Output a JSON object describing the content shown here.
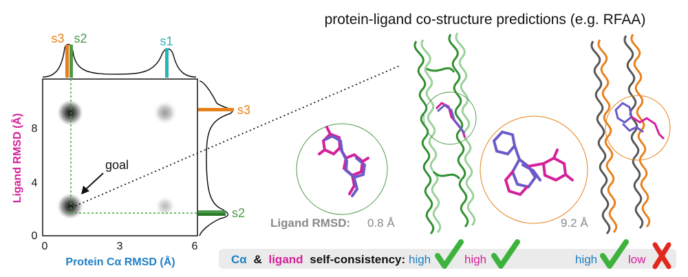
{
  "title": "protein-ligand co-structure predictions (e.g. RFAA)",
  "plot": {
    "xlabel": "Protein Cα RMSD (Å)",
    "ylabel": "Ligand RMSD (Å)",
    "xticks": [
      "0",
      "3",
      "6"
    ],
    "yticks": [
      "0",
      "4",
      "8"
    ],
    "goal_label": "goal",
    "top_marks": [
      "s3",
      "s2",
      "s1"
    ],
    "right_marks": [
      "s3",
      "s2"
    ]
  },
  "rmsd": {
    "label": "Ligand RMSD:",
    "good_value": "0.8 Å",
    "bad_value": "9.2 Å"
  },
  "consistency": {
    "ca": "Cα",
    "amp": "&",
    "ligand": "ligand",
    "rest": "self-consistency:",
    "left_ca": "high",
    "left_lig": "high",
    "right_ca": "high",
    "right_lig": "low"
  },
  "colors": {
    "orange": "#e8801a",
    "green": "#4a9a4a",
    "teal": "#2bb3b8",
    "magenta": "#d4209a",
    "blue": "#1f7fc4",
    "check": "#3db33d",
    "cross": "#e0281e"
  }
}
